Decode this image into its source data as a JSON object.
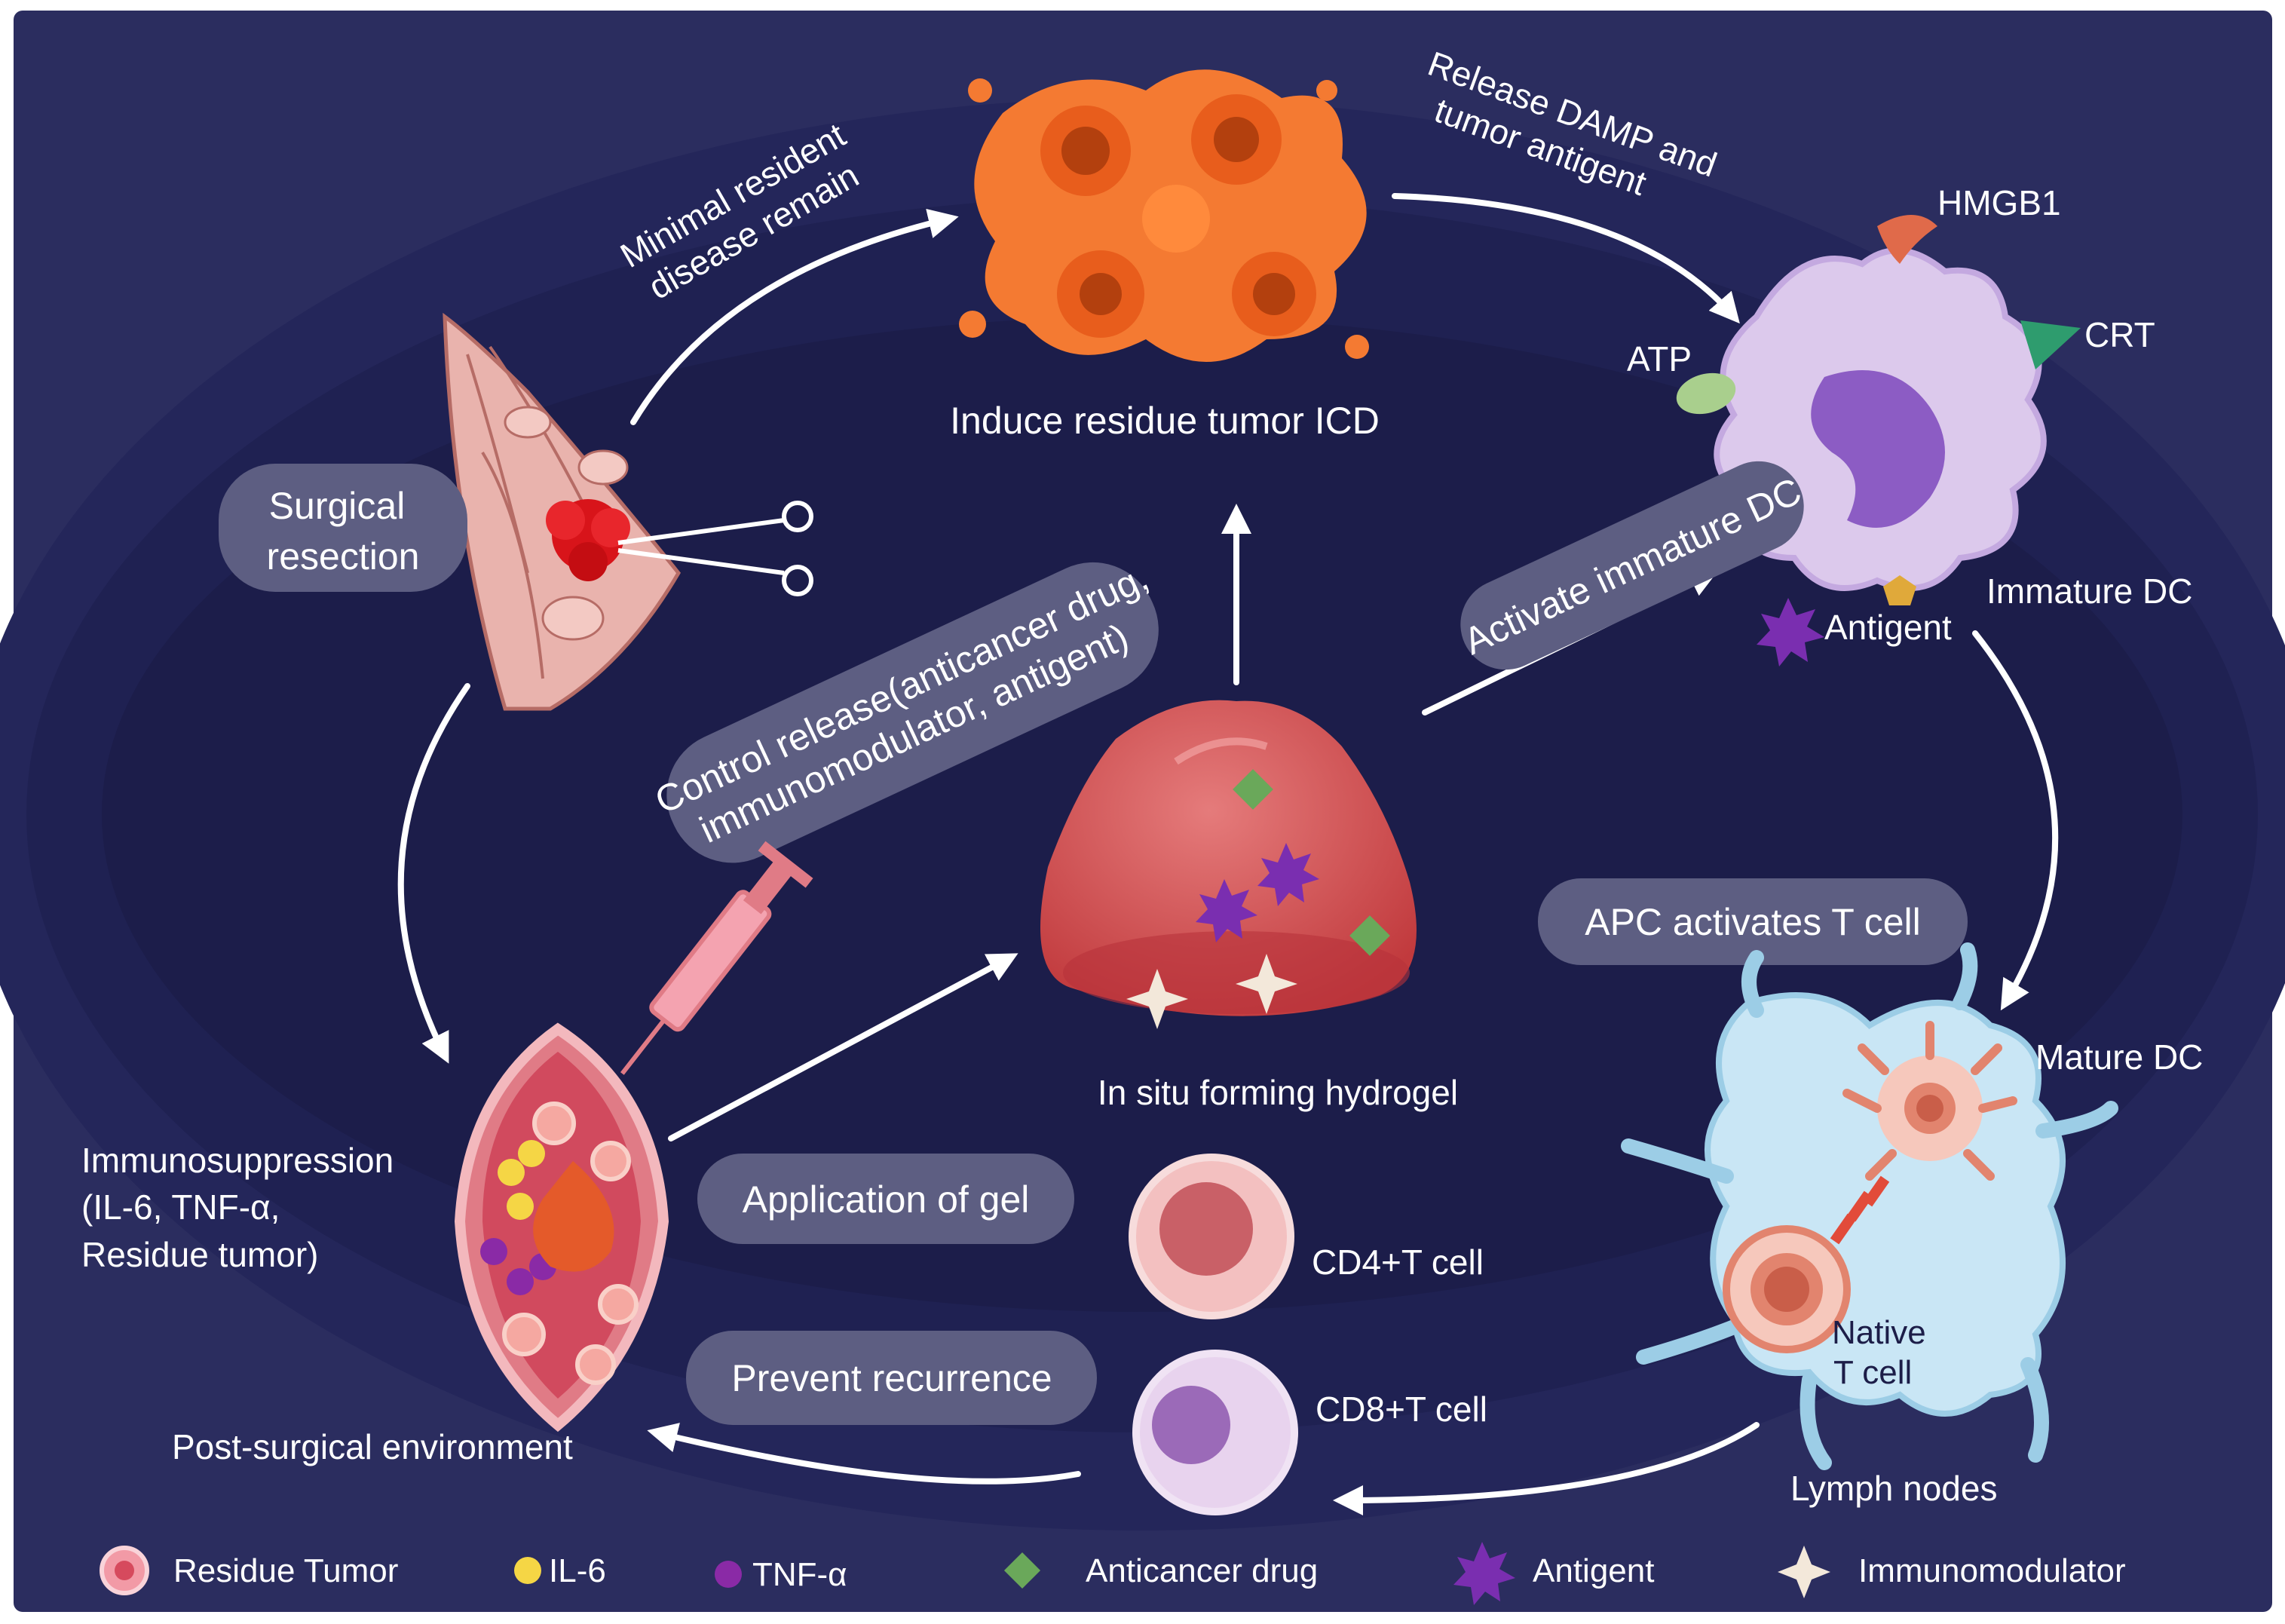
{
  "colors": {
    "background_dark": "#1c1d48",
    "background_band": "#2a2c5e",
    "pill": "#5d5e82",
    "arrow": "#ffffff",
    "tumor": "#f47a32",
    "hydrogel": "#d84b4b",
    "immature_dc": "#dcc9ec",
    "lymph_node": "#c9e6f5",
    "il6": "#f5d645",
    "tnf_alpha": "#8a2aa6",
    "anticancer_drug": "#6aa85a",
    "antigen": "#7a2eb0",
    "immunomodulator": "#f3e8da",
    "crt": "#2e9c6e",
    "hmgb1": "#e06a4a",
    "atp": "#a9cf8d"
  },
  "labels": {
    "surgical_resection_line1": "Surgical",
    "surgical_resection_line2": "resection",
    "minimal_resident_line1": "Minimal resident",
    "minimal_resident_line2": "disease remain",
    "induce_icd": "Induce residue tumor ICD",
    "release_damp_line1": "Release DAMP and",
    "release_damp_line2": "tumor antigent",
    "hmgb1": "HMGB1",
    "crt": "CRT",
    "atp": "ATP",
    "activate_immature_dc": "Activate immature DC",
    "immature_dc": "Immature DC",
    "antigent": "Antigent",
    "control_release_line1": "Control release(anticancer drug,",
    "control_release_line2": "immunomodulator, antigent)",
    "apc_activates": "APC activates T cell",
    "mature_dc": "Mature DC",
    "in_situ_hydrogel": "In situ forming hydrogel",
    "immunosuppression_line1": "Immunosuppression",
    "immunosuppression_line2": "(IL-6, TNF-α,",
    "immunosuppression_line3": "Residue tumor)",
    "application_of_gel": "Application of gel",
    "cd4_t_cell": "CD4+T cell",
    "cd8_t_cell": "CD8+T cell",
    "prevent_recurrence": "Prevent recurrence",
    "post_surgical": "Post-surgical environment",
    "native_t_cell_line1": "Native",
    "native_t_cell_line2": "T cell",
    "lymph_nodes": "Lymph nodes"
  },
  "legend": [
    {
      "label": "Residue Tumor",
      "icon": "residue-tumor-icon"
    },
    {
      "label": "IL-6",
      "icon": "il6-dot-icon"
    },
    {
      "label": "TNF-α",
      "icon": "tnf-alpha-dot-icon"
    },
    {
      "label": "Anticancer drug",
      "icon": "diamond-icon"
    },
    {
      "label": "Antigent",
      "icon": "star-burst-icon"
    },
    {
      "label": "Immunomodulator",
      "icon": "four-point-star-icon"
    }
  ]
}
